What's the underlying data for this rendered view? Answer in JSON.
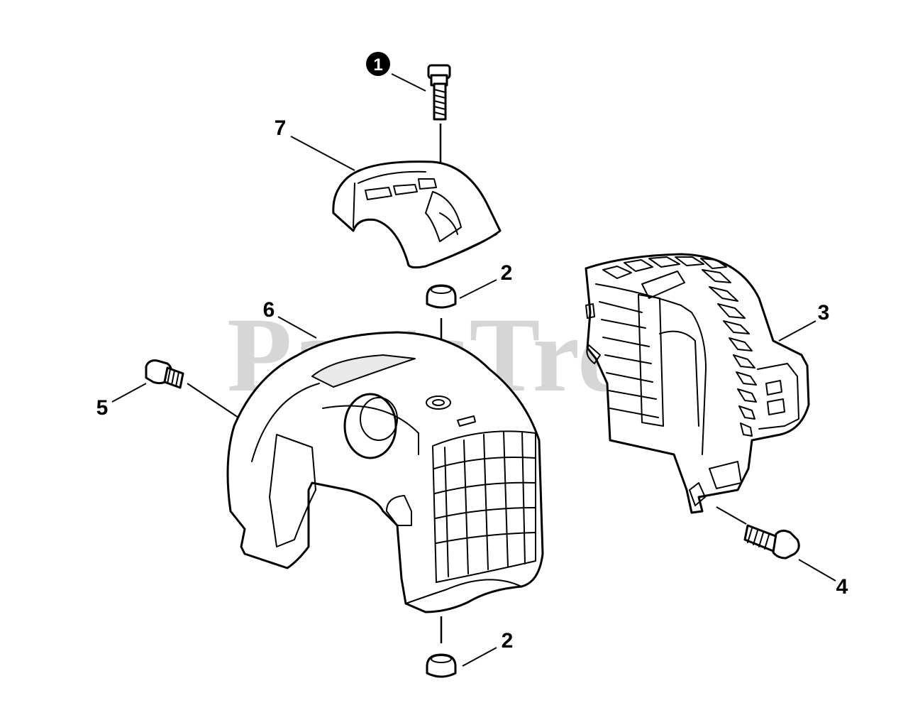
{
  "watermark": "PartsTree",
  "callouts": [
    {
      "id": "c1",
      "label": "1",
      "style": "circled"
    },
    {
      "id": "c2a",
      "label": "2",
      "style": "plain"
    },
    {
      "id": "c2b",
      "label": "2",
      "style": "plain"
    },
    {
      "id": "c3",
      "label": "3",
      "style": "plain"
    },
    {
      "id": "c4",
      "label": "4",
      "style": "plain"
    },
    {
      "id": "c5",
      "label": "5",
      "style": "plain"
    },
    {
      "id": "c6",
      "label": "6",
      "style": "plain"
    },
    {
      "id": "c7",
      "label": "7",
      "style": "plain"
    }
  ],
  "colors": {
    "line": "#000000",
    "background": "#ffffff",
    "watermark": "#c9c9c9"
  }
}
